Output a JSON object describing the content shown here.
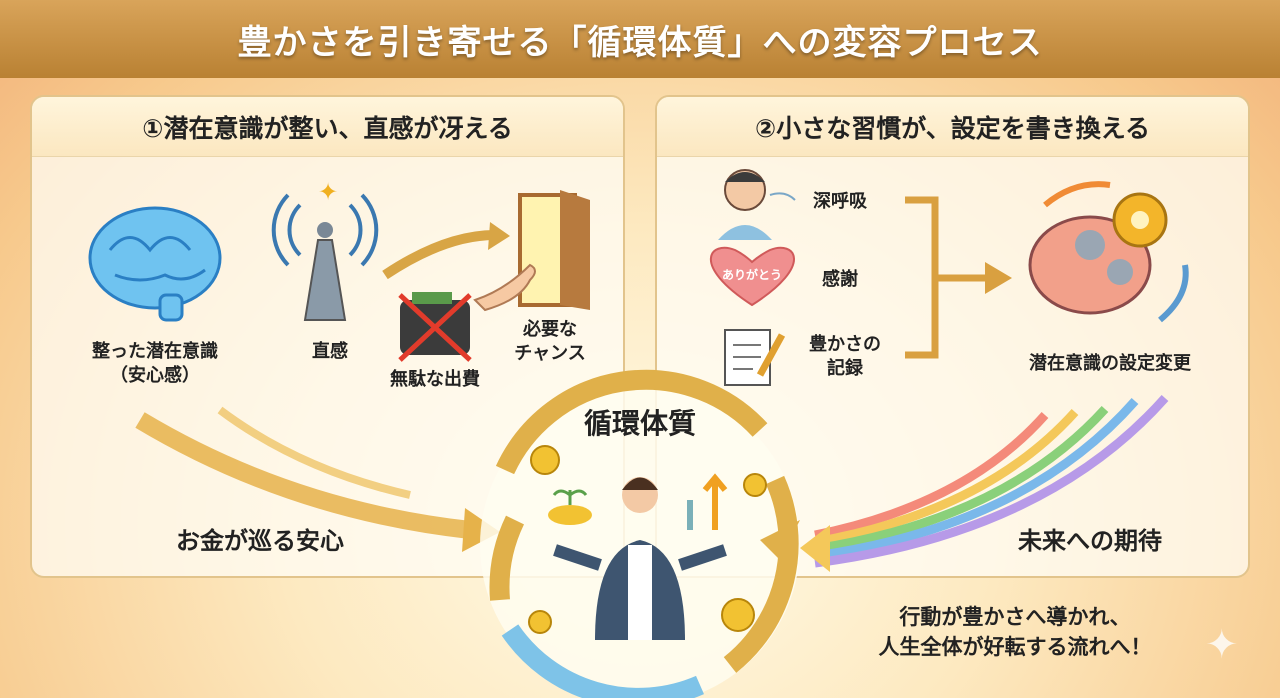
{
  "title": "豊かさを引き寄せる「循環体質」への変容プロセス",
  "left_panel": {
    "heading": "①潜在意識が整い、直感が冴える",
    "brain_label_1": "整った潜在意識",
    "brain_label_2": "（安心感）",
    "intuition_label": "直感",
    "waste_label": "無駄な出費",
    "chance_label_1": "必要な",
    "chance_label_2": "チャンス",
    "flow_label": "お金が巡る安心"
  },
  "right_panel": {
    "heading": "②小さな習慣が、設定を書き換える",
    "habits": [
      "深呼吸",
      "感謝",
      "豊かさの",
      "記録"
    ],
    "heart_text": "ありがとう",
    "result_label": "潜在意識の設定変更",
    "future_label": "未来への期待"
  },
  "center": {
    "label": "循環体質"
  },
  "footer": {
    "line1": "行動が豊かさへ導かれ、",
    "line2": "人生全体が好転する流れへ！"
  },
  "colors": {
    "gold": "#d9a45a",
    "title_bg": "#b98133",
    "panel_border": "#e2c48c"
  }
}
